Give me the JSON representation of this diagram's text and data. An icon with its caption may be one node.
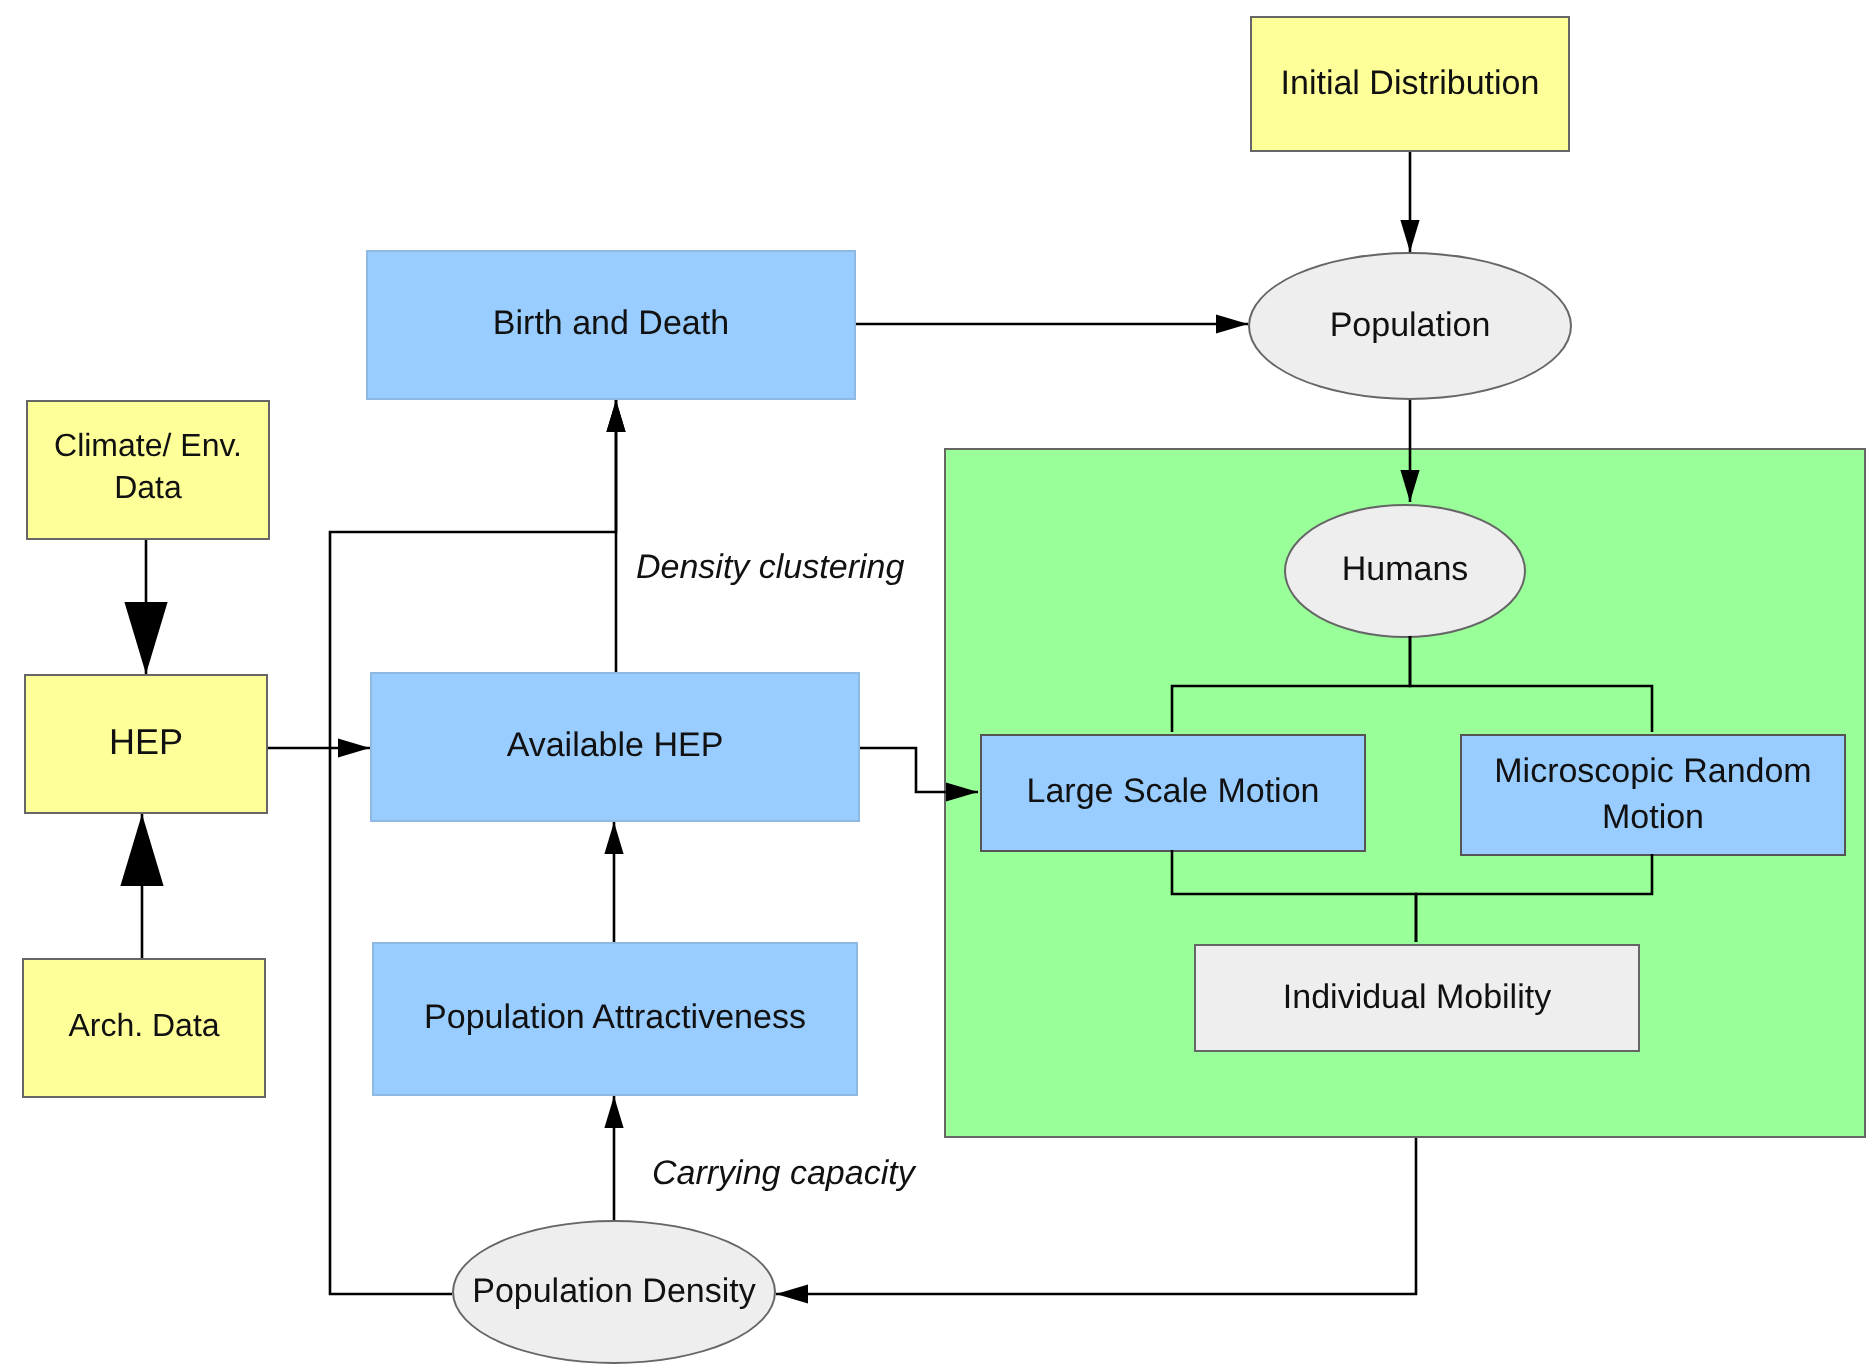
{
  "diagram": {
    "nodes": [
      {
        "text": [
          "Initial Distribution"
        ]
      },
      {
        "text": [
          "Birth and Death"
        ]
      },
      {
        "text": [
          "Population"
        ]
      },
      {
        "text": [
          "Climate/ Env. Data"
        ]
      },
      {
        "text": [],
        "shape": "box"
      },
      {
        "text": [
          "Humans"
        ],
        "in": 4
      },
      {
        "text": [
          "HEP"
        ]
      },
      {
        "text": [
          "Available HEP"
        ]
      },
      {
        "text": [
          "Large Scale Motion"
        ],
        "in": 4
      },
      {
        "text": [
          "Microscopic Random Motion"
        ],
        "in": 4
      },
      {
        "text": [
          "Individual Mobility"
        ],
        "in": 4
      },
      {
        "text": [
          "Arch. Data"
        ]
      },
      {
        "text": [
          "Population Attractiveness"
        ]
      },
      {
        "text": [
          "Population Density"
        ]
      }
    ],
    "edges": [
      {
        "from": 0,
        "to": 2,
        "arrow": "to"
      },
      {
        "from": 2,
        "to": 5,
        "arrow": "to"
      },
      {
        "from": 5,
        "to": 8,
        "arrow": "none"
      },
      {
        "from": 5,
        "to": 9,
        "arrow": "none"
      },
      {
        "from": 8,
        "to": 10,
        "arrow": "none"
      },
      {
        "from": 9,
        "to": 10,
        "arrow": "none"
      },
      {
        "from": 4,
        "to": 13,
        "arrow": "to"
      },
      {
        "from": 13,
        "to": 12,
        "arrow": "to",
        "label": "Carrying capacity"
      },
      {
        "from": 12,
        "to": 7,
        "arrow": "to"
      },
      {
        "from": 13,
        "to": 1,
        "arrow": "to",
        "label": "Density clustering"
      },
      {
        "from": 7,
        "to": 1,
        "arrow": "to"
      },
      {
        "from": 1,
        "to": 2,
        "arrow": "to"
      },
      {
        "from": 3,
        "to": 6,
        "arrow": "to"
      },
      {
        "from": 11,
        "to": 6,
        "arrow": "to"
      },
      {
        "from": 6,
        "to": 7,
        "arrow": "to"
      },
      {
        "from": 7,
        "to": 8,
        "arrow": "to"
      }
    ]
  }
}
